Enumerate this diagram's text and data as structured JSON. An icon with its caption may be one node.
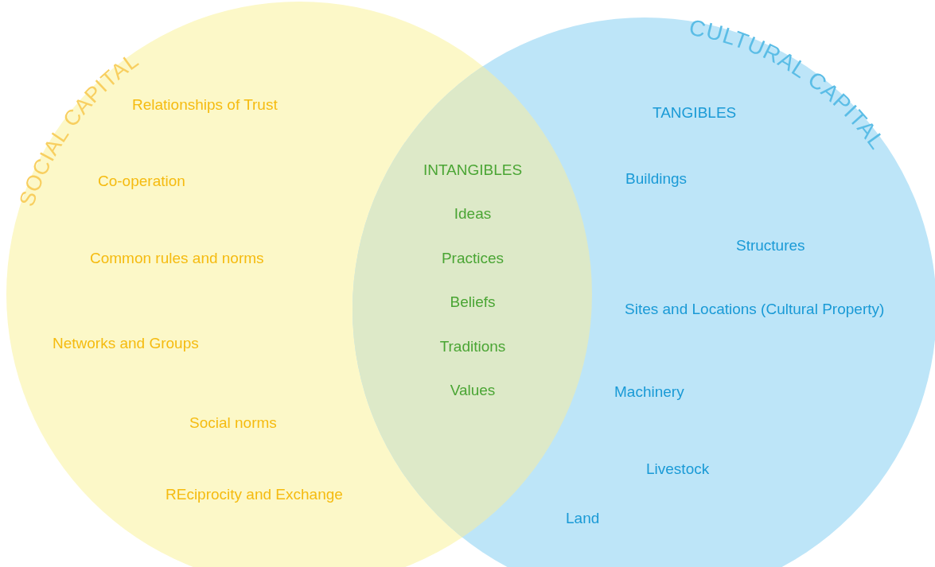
{
  "diagram": {
    "nodes": [
      {
        "text": [
          "SOCIAL CAPITAL",
          "Relationships of Trust",
          "Co-operation",
          "Common rules and norms",
          "Networks and Groups",
          "Social norms",
          "REciprocity and Exchange"
        ]
      },
      {
        "text": [
          "CULTURAL CAPITAL",
          "TANGIBLES",
          "Buildings",
          "Structures",
          "Sites and Locations (Cultural Property)",
          "Machinery",
          "Livestock",
          "Land"
        ]
      },
      {
        "text": [
          "INTANGIBLES",
          "Ideas",
          "Practices",
          "Beliefs",
          "Traditions",
          "Values"
        ]
      }
    ]
  }
}
